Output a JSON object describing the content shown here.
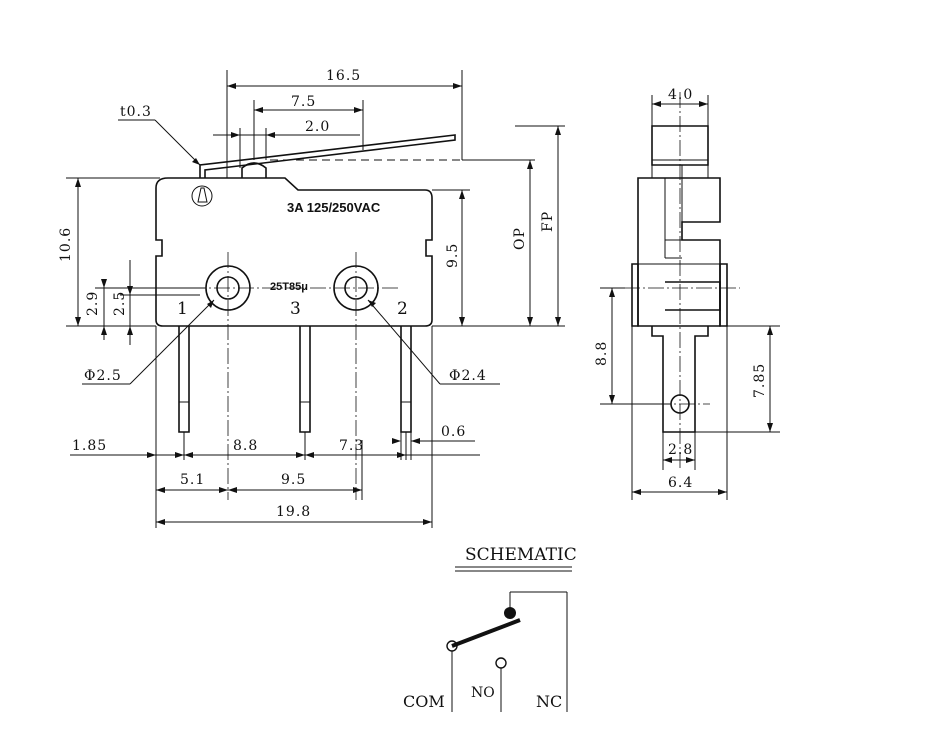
{
  "front_view": {
    "dims": {
      "d16_5": "16.5",
      "d7_5": "7.5",
      "d2_0": "2.0",
      "t0_3": "t0.3",
      "d10_6": "10.6",
      "d9_5_right": "9.5",
      "d2_9": "2.9",
      "d2_5": "2.5",
      "op": "OP",
      "fp": "FP",
      "phi2_5": "Φ2.5",
      "phi2_4": "Φ2.4",
      "d1_85": "1.85",
      "d8_8": "8.8",
      "d7_3": "7.3",
      "d0_6": "0.6",
      "d5_1": "5.1",
      "d9_5_bottom": "9.5",
      "d19_8": "19.8"
    },
    "body_text": {
      "rating": "3A 125/250VAC",
      "temp": "25T85μ"
    },
    "pins": {
      "pin1": "1",
      "pin3": "3",
      "pin2": "2"
    }
  },
  "side_view": {
    "dims": {
      "d4_0": "4.0",
      "d8_8": "8.8",
      "d7_85": "7.85",
      "d2_8": "2.8",
      "d6_4": "6.4"
    }
  },
  "schematic": {
    "title": "SCHEMATIC",
    "com": "COM",
    "no": "NO",
    "nc": "NC"
  }
}
